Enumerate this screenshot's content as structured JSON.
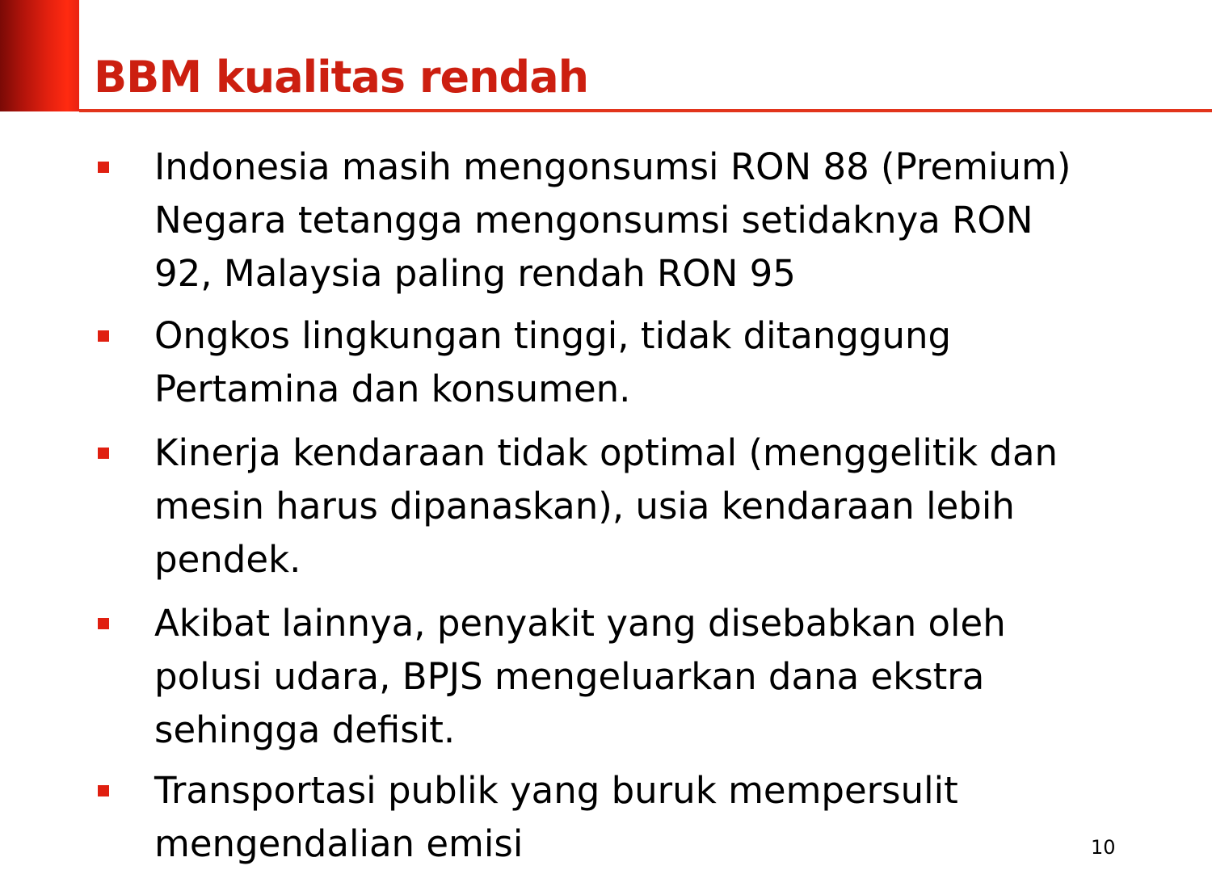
{
  "slide": {
    "title": "BBM kualitas rendah",
    "page_number": "10",
    "accent_color": "#e01f10",
    "title_color": "#cc1f10"
  },
  "bullets": [
    {
      "lines": [
        "Indonesia masih mengonsumsi RON 88 (Premium)",
        "Negara tetangga mengonsumsi setidaknya RON",
        "92, Malaysia paling rendah RON 95"
      ]
    },
    {
      "lines": [
        "Ongkos lingkungan tinggi, tidak ditanggung",
        "Pertamina dan konsumen."
      ]
    },
    {
      "lines": [
        "Kinerja kendaraan tidak optimal (menggelitik dan",
        "mesin harus dipanaskan), usia kendaraan lebih",
        "pendek."
      ]
    },
    {
      "lines": [
        "Akibat lainnya, penyakit yang disebabkan oleh",
        "polusi udara, BPJS mengeluarkan dana ekstra",
        "sehingga defisit."
      ]
    },
    {
      "lines": [
        "Transportasi publik yang buruk mempersulit",
        "mengendalian emisi"
      ]
    }
  ]
}
